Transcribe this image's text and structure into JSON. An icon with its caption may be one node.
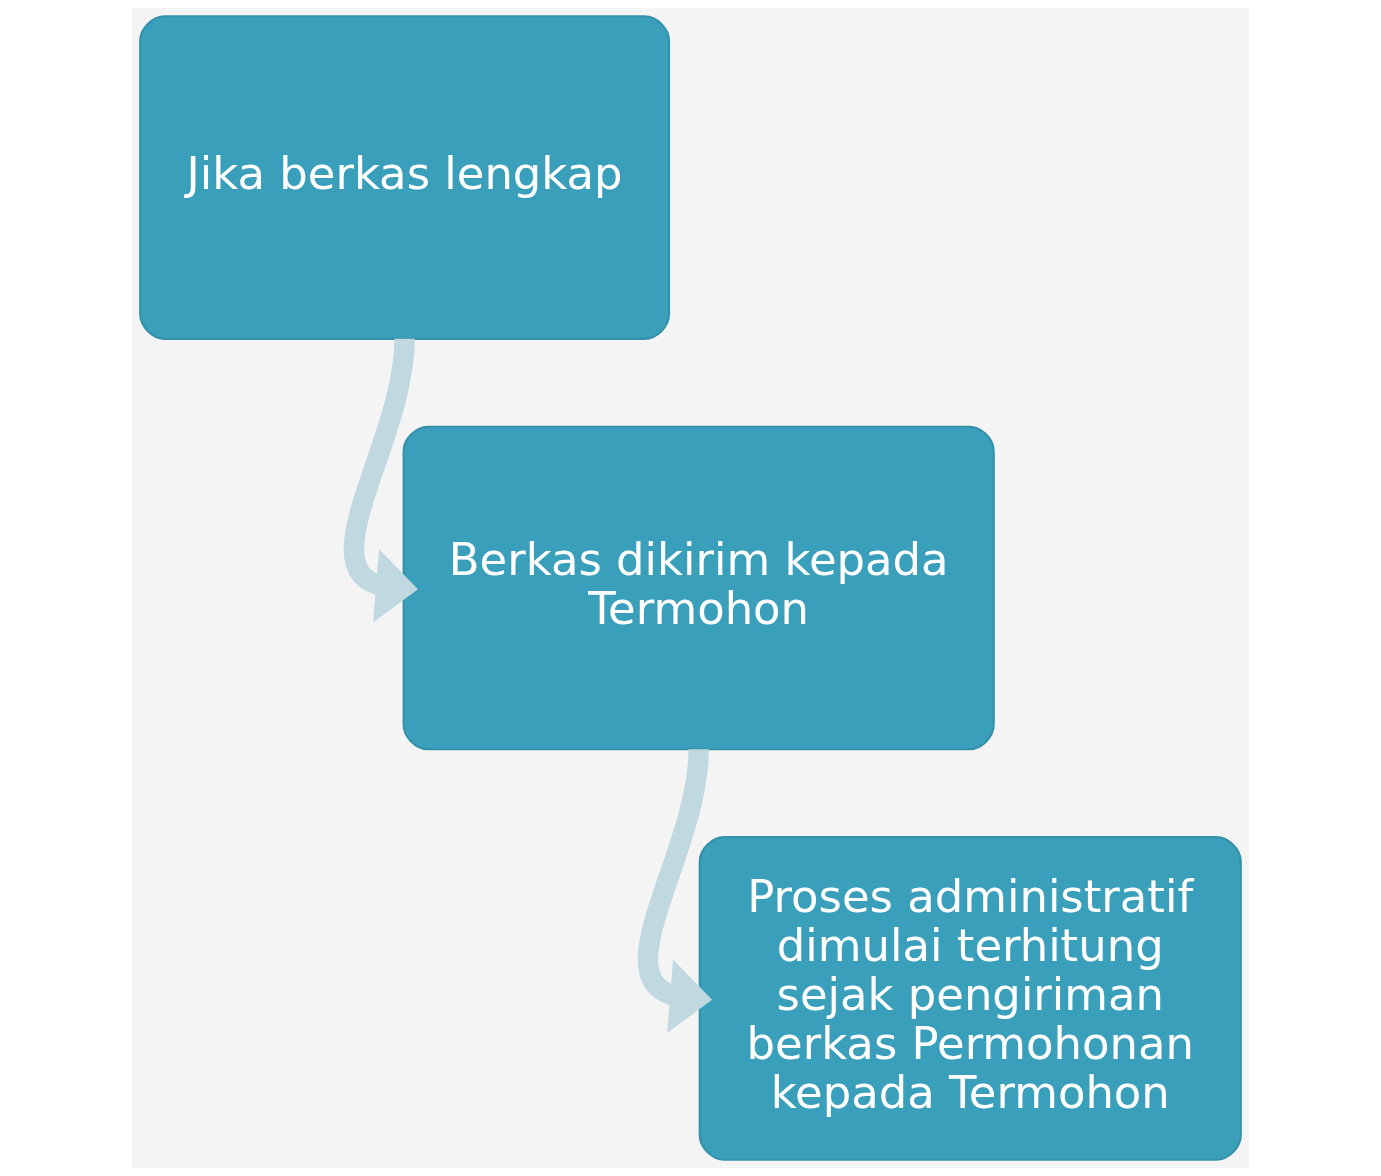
{
  "diagram": {
    "nodes": [
      {
        "text": [
          "Jika berkas lengkap"
        ]
      },
      {
        "text": [
          "Berkas dikirim kepada Termohon"
        ]
      },
      {
        "text": [
          "Proses administratif dimulai terhitung sejak pengiriman berkas Permohonan kepada Termohon"
        ]
      }
    ],
    "edges": [
      {
        "from": 0,
        "to": 1,
        "arrow": "to"
      },
      {
        "from": 1,
        "to": 2,
        "arrow": "to"
      }
    ]
  }
}
